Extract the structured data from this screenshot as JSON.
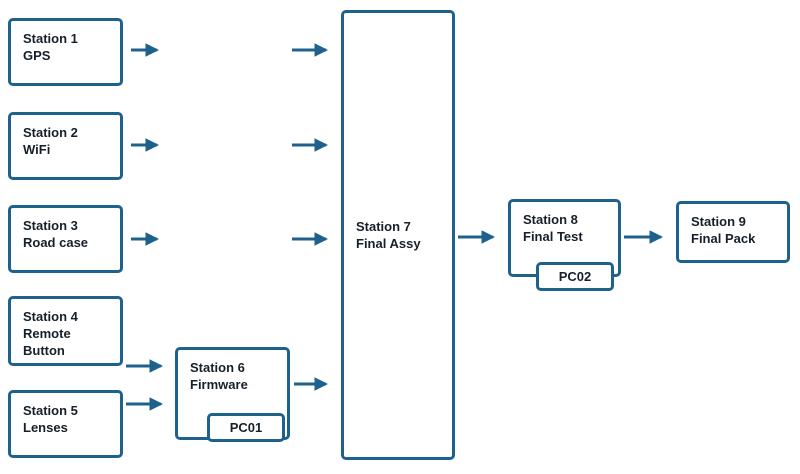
{
  "colors": {
    "box_border": "#1F618D",
    "arrow": "#1F618D",
    "text": "#17202A",
    "background": "#FFFFFF"
  },
  "stations": {
    "s1": {
      "line1": "Station 1",
      "line2": "GPS"
    },
    "s2": {
      "line1": "Station 2",
      "line2": "WiFi"
    },
    "s3": {
      "line1": "Station 3",
      "line2": "Road case"
    },
    "s4": {
      "line1": "Station 4",
      "line2": "Remote Button"
    },
    "s5": {
      "line1": "Station 5",
      "line2": "Lenses"
    },
    "s6": {
      "line1": "Station 6",
      "line2": "Firmware"
    },
    "s7": {
      "line1": "Station 7",
      "line2": "Final Assy"
    },
    "s8": {
      "line1": "Station 8",
      "line2": "Final Test"
    },
    "s9": {
      "line1": "Station 9",
      "line2": "Final Pack"
    },
    "pc01": {
      "label": "PC01"
    },
    "pc02": {
      "label": "PC02"
    }
  }
}
